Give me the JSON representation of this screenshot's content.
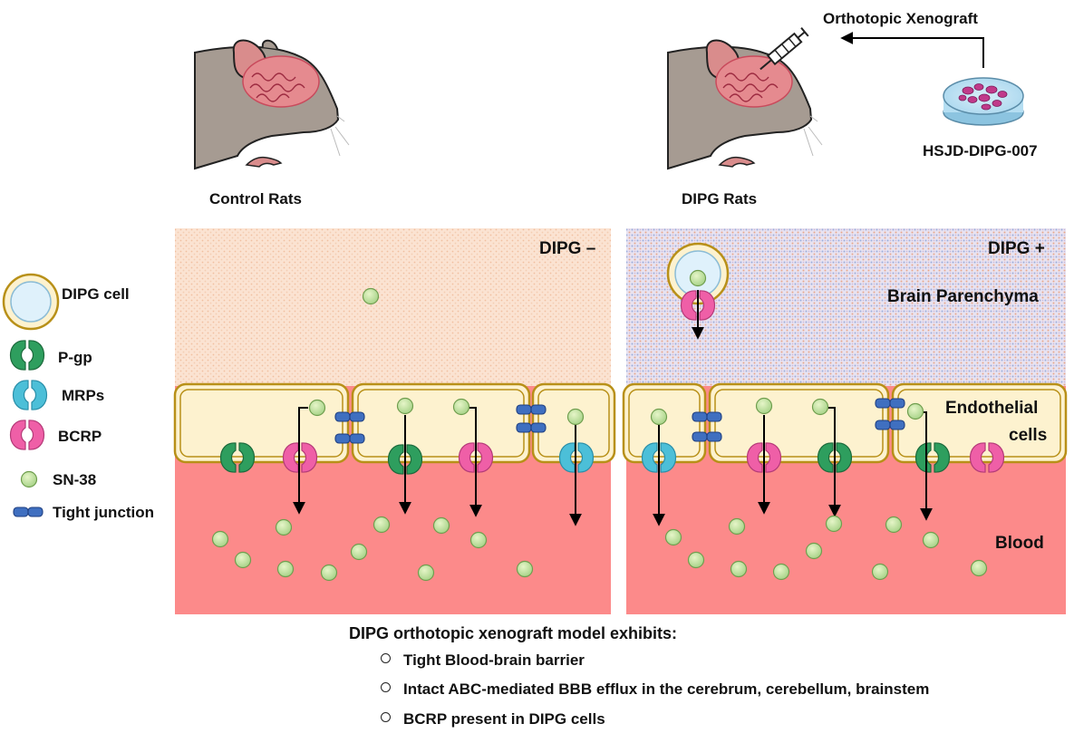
{
  "top": {
    "control_label": "Control Rats",
    "dipg_label": "DIPG Rats",
    "xenograft_label": "Orthotopic Xenograft",
    "cell_line_label": "HSJD-DIPG-007"
  },
  "legend": {
    "items": [
      {
        "key": "dipg_cell",
        "label": "DIPG cell",
        "icon": "dipg-cell-icon"
      },
      {
        "key": "pgp",
        "label": "P-gp",
        "icon": "pgp-transporter-icon",
        "color": "#2e9e5e"
      },
      {
        "key": "mrp",
        "label": "MRPs",
        "icon": "mrp-transporter-icon",
        "color": "#4cbfd8"
      },
      {
        "key": "bcrp",
        "label": "BCRP",
        "icon": "bcrp-transporter-icon",
        "color": "#ef5fa7"
      },
      {
        "key": "sn38",
        "label": "SN-38",
        "icon": "sn38-molecule-icon",
        "color": "#c8e6a0"
      },
      {
        "key": "tj",
        "label": "Tight junction",
        "icon": "tight-junction-icon",
        "color": "#3f6fc0"
      }
    ]
  },
  "panels": {
    "left": {
      "title": "DIPG –"
    },
    "right": {
      "title": "DIPG +",
      "parenchyma_label": "Brain Parenchyma",
      "endothelial_label_1": "Endothelial",
      "endothelial_label_2": "cells",
      "blood_label": "Blood"
    }
  },
  "conclusions": {
    "title": "DIPG orthotopic xenograft model exhibits:",
    "items": [
      "Tight Blood-brain barrier",
      "Intact ABC-mediated BBB efflux in the cerebrum, cerebellum, brainstem",
      "BCRP present in DIPG cells"
    ]
  },
  "colors": {
    "parenchyma_control": "#fbe3d2",
    "parenchyma_dipg": "#e6dff0",
    "endothelium_fill": "#fdf2cf",
    "endothelium_border": "#b89018",
    "blood": "#fc8a8a",
    "rat_fur": "#a69b92"
  }
}
